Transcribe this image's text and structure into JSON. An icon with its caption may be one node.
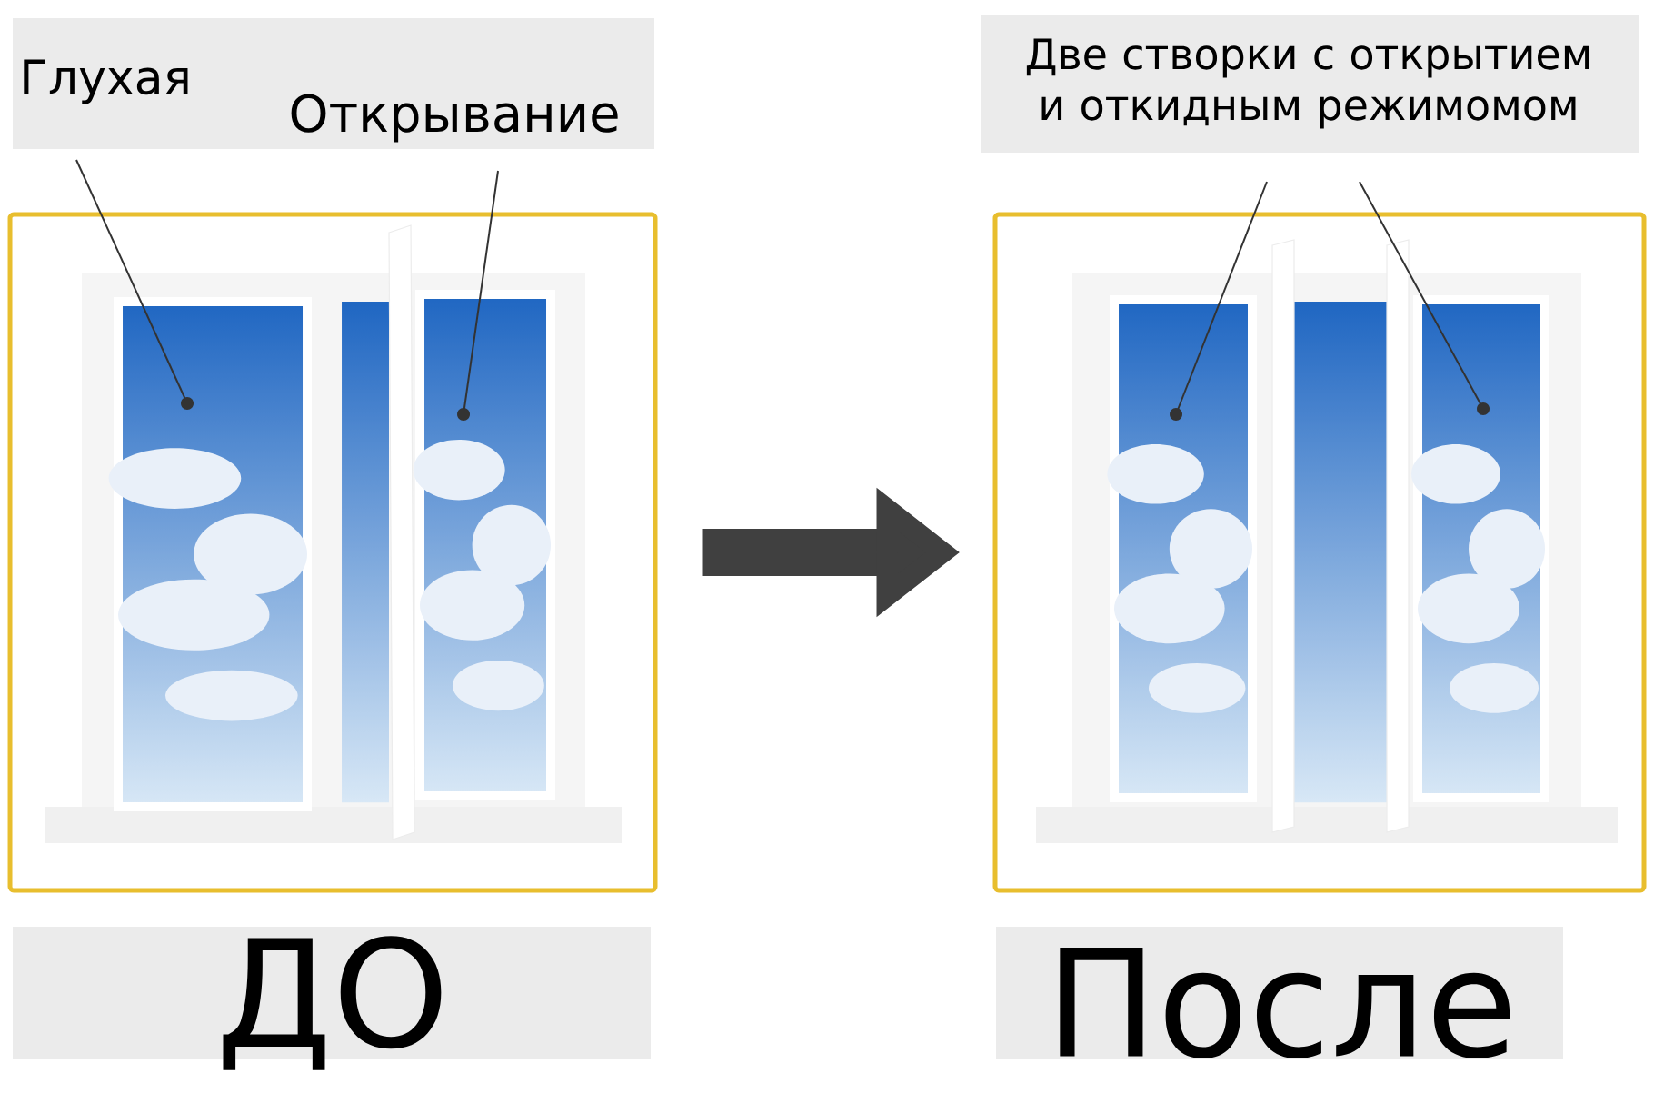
{
  "diagram": {
    "nodes": [
      {
        "text": [
          "Глухая"
        ]
      },
      {
        "text": [
          "Открывание"
        ]
      },
      {
        "text": [],
        "shape": "picture"
      },
      {
        "text": [],
        "shape": "box",
        "in": 2
      },
      {
        "text": [],
        "shape": "box",
        "in": 2
      },
      {
        "text": [
          "Две створки с открытием и откидным режимомом"
        ]
      },
      {
        "text": [],
        "shape": "picture"
      },
      {
        "text": [],
        "shape": "box",
        "in": 6
      },
      {
        "text": [],
        "shape": "box",
        "in": 6
      }
    ],
    "edges": [
      {
        "from": 0,
        "to": 3,
        "arrow": "other"
      },
      {
        "from": 1,
        "to": 4,
        "arrow": "other"
      },
      {
        "from": 5,
        "to": 7,
        "arrow": "other"
      },
      {
        "from": 5,
        "to": 8,
        "arrow": "other"
      },
      {
        "from": 2,
        "to": 6,
        "arrow": "to",
        "style": "thick",
        "color": "#404040"
      }
    ],
    "labels": [
      "ДО",
      "После"
    ]
  }
}
